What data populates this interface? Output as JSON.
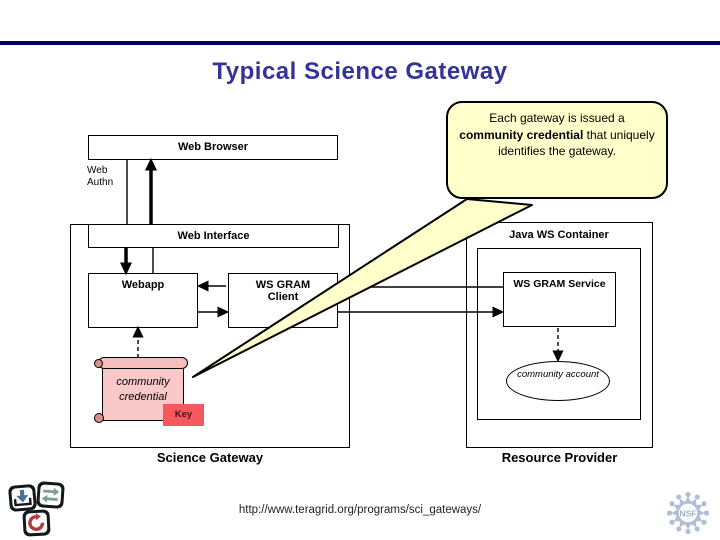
{
  "title": "Typical Science Gateway",
  "callout": {
    "text_pre": "Each gateway is issued a ",
    "text_bold": "community credential",
    "text_post": " that uniquely identifies the gateway."
  },
  "diagram": {
    "web_browser": "Web Browser",
    "web_authn": {
      "line1": "Web",
      "line2": "Authn"
    },
    "web_interface": "Web Interface",
    "webapp": "Webapp",
    "ws_gram_client": "WS GRAM Client",
    "ws_gram_service": "WS GRAM Service",
    "java_ws_container": "Java WS Container",
    "community_credential": "community credential",
    "key_label": "Key",
    "community_account": "community account",
    "science_gateway_caption": "Science Gateway",
    "resource_provider_caption": "Resource Provider"
  },
  "footer": {
    "url": "http://www.teragrid.org/programs/sci_gateways/"
  },
  "logos": {
    "nsf_text": "NSF"
  },
  "colors": {
    "header_rule": "#000066",
    "title": "#333399",
    "callout_fill": "#FFFFCC",
    "credential_fill": "#F9C9C9",
    "key_fill": "#F4595F",
    "nsf_logo": "#A9B9D0",
    "teragrid_blue": "#4A7296",
    "teragrid_green": "#7FA08C",
    "teragrid_red": "#B23A43"
  }
}
